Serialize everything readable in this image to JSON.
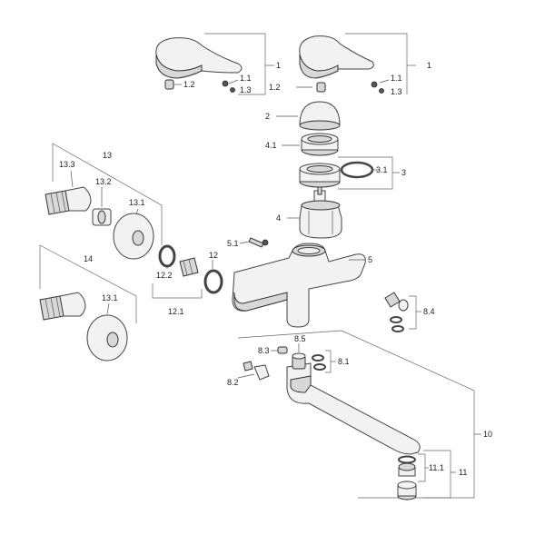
{
  "labels": {
    "l1a": "1",
    "l11a": "1.1",
    "l12a": "1.2",
    "l13a": "1.3",
    "l1b": "1",
    "l11b": "1.1",
    "l12b": "1.2",
    "l13b": "1.3",
    "l2": "2",
    "l41": "4.1",
    "l31": "3.1",
    "l3": "3",
    "l4": "4",
    "l51": "5.1",
    "l5": "5",
    "l13": "13",
    "l133": "13.3",
    "l132": "13.2",
    "l131a": "13.1",
    "l122": "12.2",
    "l12": "12",
    "l121": "12.1",
    "l14": "14",
    "l131b": "13.1",
    "l84": "8.4",
    "l85": "8.5",
    "l83": "8.3",
    "l81": "8.1",
    "l82": "8.2",
    "l10": "10",
    "l111": "11.1",
    "l11": "11"
  }
}
